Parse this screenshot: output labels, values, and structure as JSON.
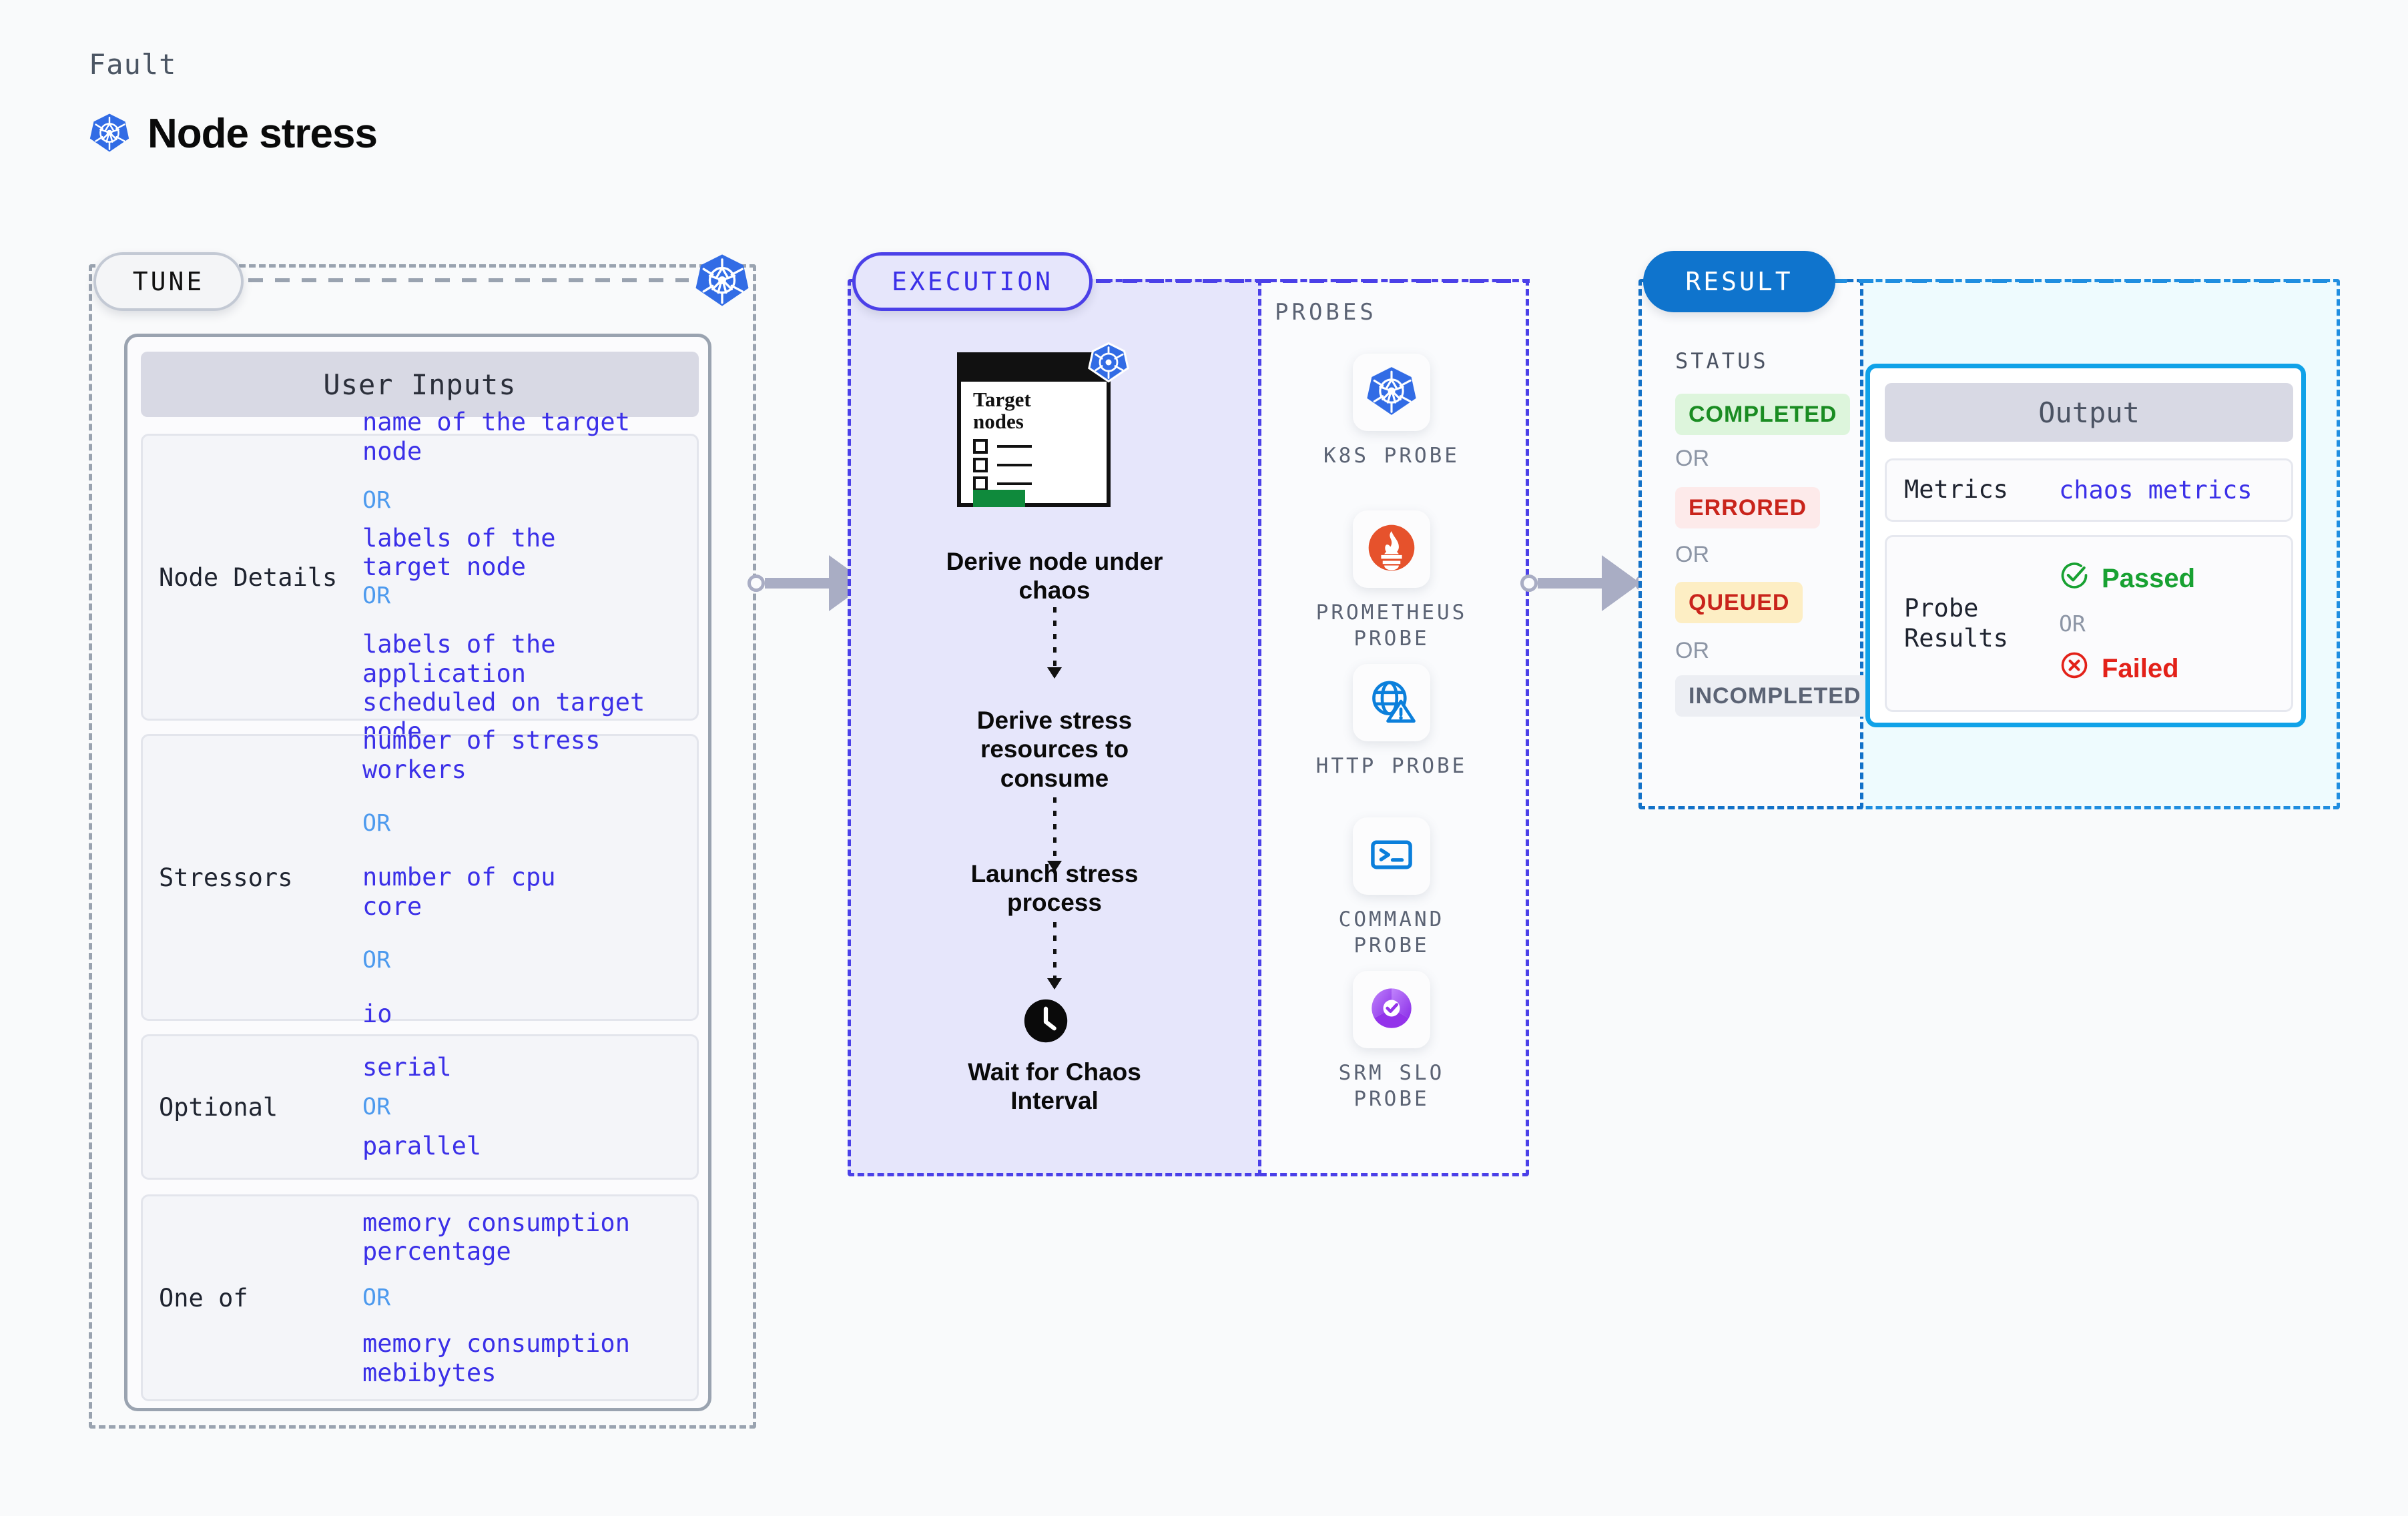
{
  "header": {
    "eyebrow": "Fault",
    "title": "Node stress",
    "icon": "kubernetes-icon"
  },
  "tune": {
    "pill_label": "TUNE",
    "badge_icon": "kubernetes-icon",
    "card_title": "User Inputs",
    "groups": [
      {
        "label": "Node Details",
        "items": [
          {
            "type": "value",
            "text": "name of the target\nnode"
          },
          {
            "type": "or",
            "text": "OR"
          },
          {
            "type": "value",
            "text": "labels of the\ntarget node"
          },
          {
            "type": "or",
            "text": "OR"
          },
          {
            "type": "value",
            "text": "labels of the application\n scheduled on target node"
          }
        ]
      },
      {
        "label": "Stressors",
        "items": [
          {
            "type": "value",
            "text": "number of stress\nworkers"
          },
          {
            "type": "or",
            "text": "OR"
          },
          {
            "type": "value",
            "text": "number of cpu\ncore"
          },
          {
            "type": "or",
            "text": "OR"
          },
          {
            "type": "value",
            "text": "io"
          }
        ]
      },
      {
        "label": "Optional",
        "items": [
          {
            "type": "value",
            "text": "serial"
          },
          {
            "type": "or",
            "text": "OR"
          },
          {
            "type": "value",
            "text": "parallel"
          }
        ]
      },
      {
        "label": "One of",
        "items": [
          {
            "type": "value",
            "text": "memory consumption\npercentage"
          },
          {
            "type": "or",
            "text": "OR"
          },
          {
            "type": "value",
            "text": "memory consumption\nmebibytes"
          }
        ]
      }
    ]
  },
  "execution": {
    "pill_label": "EXECUTION",
    "target_card": {
      "title": "Target\nnodes",
      "badge_icon": "kubernetes-icon",
      "rows": 3
    },
    "steps": [
      {
        "label": "Derive node under\nchaos"
      },
      {
        "label": "Derive stress\nresources to\nconsume"
      },
      {
        "label": "Launch stress\nprocess"
      },
      {
        "label": "Wait for Chaos\nInterval",
        "icon": "clock-icon"
      }
    ]
  },
  "probes": {
    "title": "PROBES",
    "items": [
      {
        "name": "K8S PROBE",
        "icon": "kubernetes-icon"
      },
      {
        "name": "PROMETHEUS\nPROBE",
        "icon": "prometheus-icon"
      },
      {
        "name": "HTTP PROBE",
        "icon": "globe-warning-icon"
      },
      {
        "name": "COMMAND\nPROBE",
        "icon": "terminal-icon"
      },
      {
        "name": "SRM SLO\nPROBE",
        "icon": "srm-slo-icon"
      }
    ]
  },
  "result": {
    "pill_label": "RESULT",
    "status_title": "STATUS",
    "statuses": [
      {
        "label": "COMPLETED",
        "color": "#1a8c22",
        "bg": "#ddf5dc"
      },
      {
        "label": "OR",
        "type": "or"
      },
      {
        "label": "ERRORED",
        "color": "#c9241b",
        "bg": "#fdeaea"
      },
      {
        "label": "OR",
        "type": "or"
      },
      {
        "label": "QUEUED",
        "color": "#c9241b",
        "bg": "#fdeec4"
      },
      {
        "label": "OR",
        "type": "or"
      },
      {
        "label": "INCOMPLETED",
        "color": "#5b6374",
        "bg": "#eceef3"
      }
    ],
    "output": {
      "title": "Output",
      "rows": [
        {
          "label": "Metrics",
          "value": "chaos metrics"
        },
        {
          "label": "Probe\nResults",
          "pass": {
            "label": "Passed",
            "icon": "check-circle-icon",
            "color": "#18a132"
          },
          "or": "OR",
          "fail": {
            "label": "Failed",
            "icon": "x-circle-icon",
            "color": "#e32119"
          }
        }
      ]
    }
  },
  "connectors": [
    {
      "name": "tune-to-execution"
    },
    {
      "name": "execution-to-result"
    }
  ],
  "colors": {
    "page_bg": "#f9fafb",
    "value_blue": "#3b30e8",
    "or_blue": "#4d9aee",
    "execution_border": "#4b40e8",
    "execution_bg": "#e6e6fb",
    "result_border": "#1f8ee0",
    "result_bg": "#eefbfe",
    "result_pill": "#0f74cd",
    "tune_border": "#9aa3b0"
  }
}
